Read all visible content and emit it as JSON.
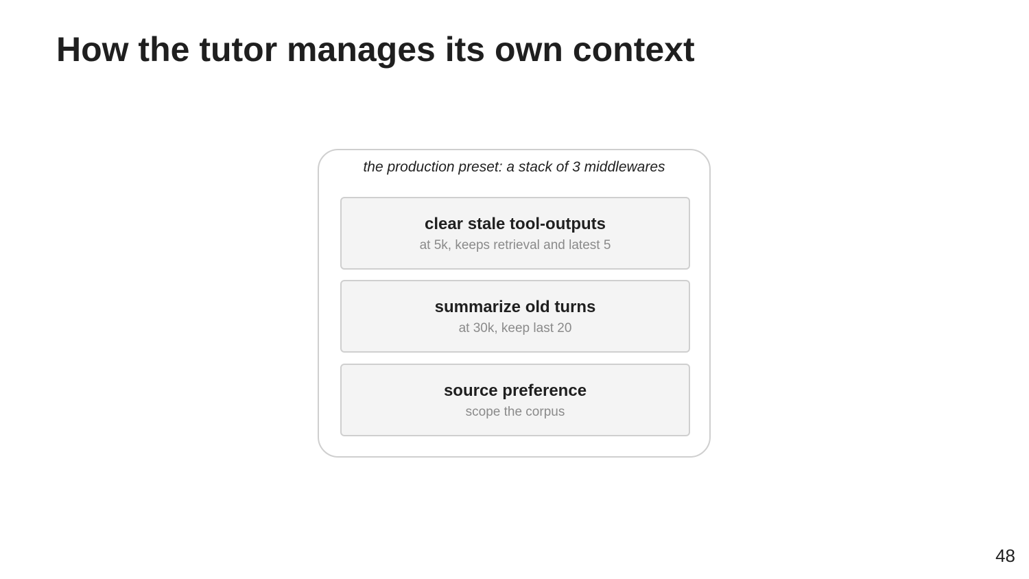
{
  "slide": {
    "title": "How the tutor manages its own context",
    "page_number": "48"
  },
  "preset": {
    "caption": "the production preset: a stack of 3 middlewares",
    "middlewares": [
      {
        "name": "clear stale tool-outputs",
        "detail": "at 5k, keeps retrieval and latest 5"
      },
      {
        "name": "summarize old turns",
        "detail": "at 30k, keep last 20"
      },
      {
        "name": "source preference",
        "detail": "scope the corpus"
      }
    ]
  }
}
